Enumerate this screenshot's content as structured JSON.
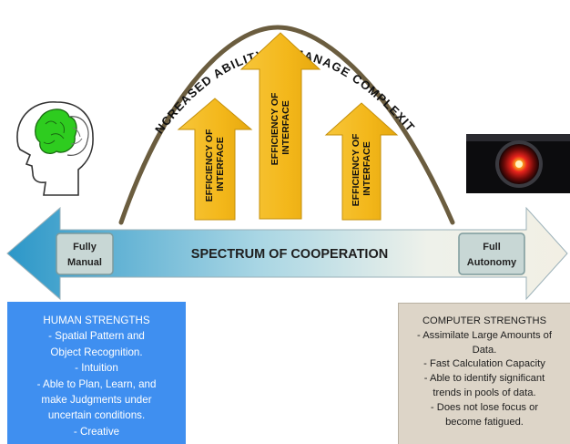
{
  "diagram": {
    "arc_label": "INCREASED ABILITY TO MANAGE COMPLEXITY",
    "arrows": [
      {
        "label_line1": "EFFICIENCY OF",
        "label_line2": "INTERFACE"
      },
      {
        "label_line1": "EFFICIENCY OF",
        "label_line2": "INTERFACE"
      },
      {
        "label_line1": "EFFICIENCY OF",
        "label_line2": "INTERFACE"
      }
    ],
    "spectrum": {
      "title": "SPECTRUM OF COOPERATION",
      "left_end": {
        "line1": "Fully",
        "line2": "Manual"
      },
      "right_end": {
        "line1": "Full",
        "line2": "Autonomy"
      }
    },
    "human_strengths": {
      "heading": "HUMAN STRENGTHS",
      "lines": [
        "- Spatial Pattern and",
        "Object Recognition.",
        "- Intuition",
        "- Able to Plan, Learn, and",
        "make Judgments under",
        "uncertain conditions.",
        "- Creative"
      ]
    },
    "computer_strengths": {
      "heading": "COMPUTER STRENGTHS",
      "lines": [
        "- Assimilate Large Amounts of",
        "Data.",
        "- Fast Calculation Capacity",
        "- Able to identify significant",
        "trends in pools of data.",
        "- Does not lose focus or",
        "become fatigued."
      ]
    },
    "icons": {
      "left": "human-brain-icon",
      "right": "computer-red-eye-icon"
    },
    "colors": {
      "arrow_yellow": "#f3b71a",
      "arc_brown": "#6b5d3f",
      "spectrum_left": "#2c97c8",
      "spectrum_right": "#f2efe4",
      "human_box": "#3f8ff0",
      "computer_box": "#ddd5c8",
      "brain_green": "#2ecc1f",
      "eye_red": "#e8231c"
    }
  }
}
